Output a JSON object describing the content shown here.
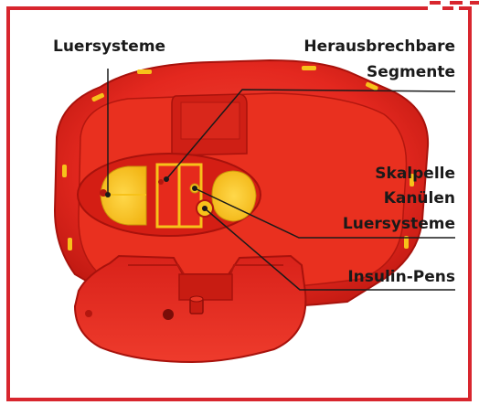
{
  "labels": {
    "luer_left": "Luersysteme",
    "herausbrechbare_1": "Herausbrechbare",
    "herausbrechbare_2": "Segmente",
    "skalpelle": "Skalpelle",
    "kanuelen": "Kanülen",
    "luer_right": "Luersysteme",
    "insulin": "Insulin-Pens"
  },
  "colors": {
    "frame": "#d8262e",
    "device": "#e4281f",
    "device_dark": "#b8140f",
    "device_light": "#f05a45",
    "yellow": "#f7c21a",
    "leader": "#1a1a1a"
  }
}
